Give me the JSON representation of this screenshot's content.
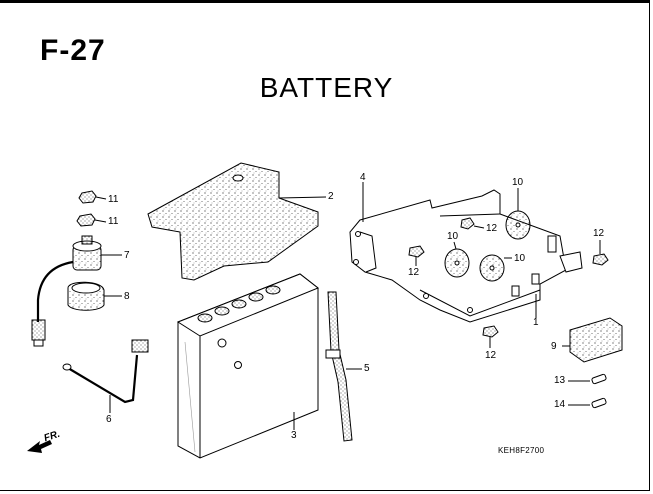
{
  "header": {
    "section_code": "F-27",
    "title": "BATTERY"
  },
  "callouts": [
    {
      "id": "c11a",
      "text": "11"
    },
    {
      "id": "c11b",
      "text": "11"
    },
    {
      "id": "c7",
      "text": "7"
    },
    {
      "id": "c8",
      "text": "8"
    },
    {
      "id": "c2",
      "text": "2"
    },
    {
      "id": "c4",
      "text": "4"
    },
    {
      "id": "c10a",
      "text": "10"
    },
    {
      "id": "c10b",
      "text": "10"
    },
    {
      "id": "c10c",
      "text": "10"
    },
    {
      "id": "c12a",
      "text": "12"
    },
    {
      "id": "c12b",
      "text": "12"
    },
    {
      "id": "c12c",
      "text": "12"
    },
    {
      "id": "c12d",
      "text": "12"
    },
    {
      "id": "c1",
      "text": "1"
    },
    {
      "id": "c9",
      "text": "9"
    },
    {
      "id": "c13",
      "text": "13"
    },
    {
      "id": "c14",
      "text": "14"
    },
    {
      "id": "c5",
      "text": "5"
    },
    {
      "id": "c6",
      "text": "6"
    },
    {
      "id": "c3",
      "text": "3"
    }
  ],
  "footer": {
    "direction_label": "FR.",
    "reference_code": "KEH8F2700"
  }
}
